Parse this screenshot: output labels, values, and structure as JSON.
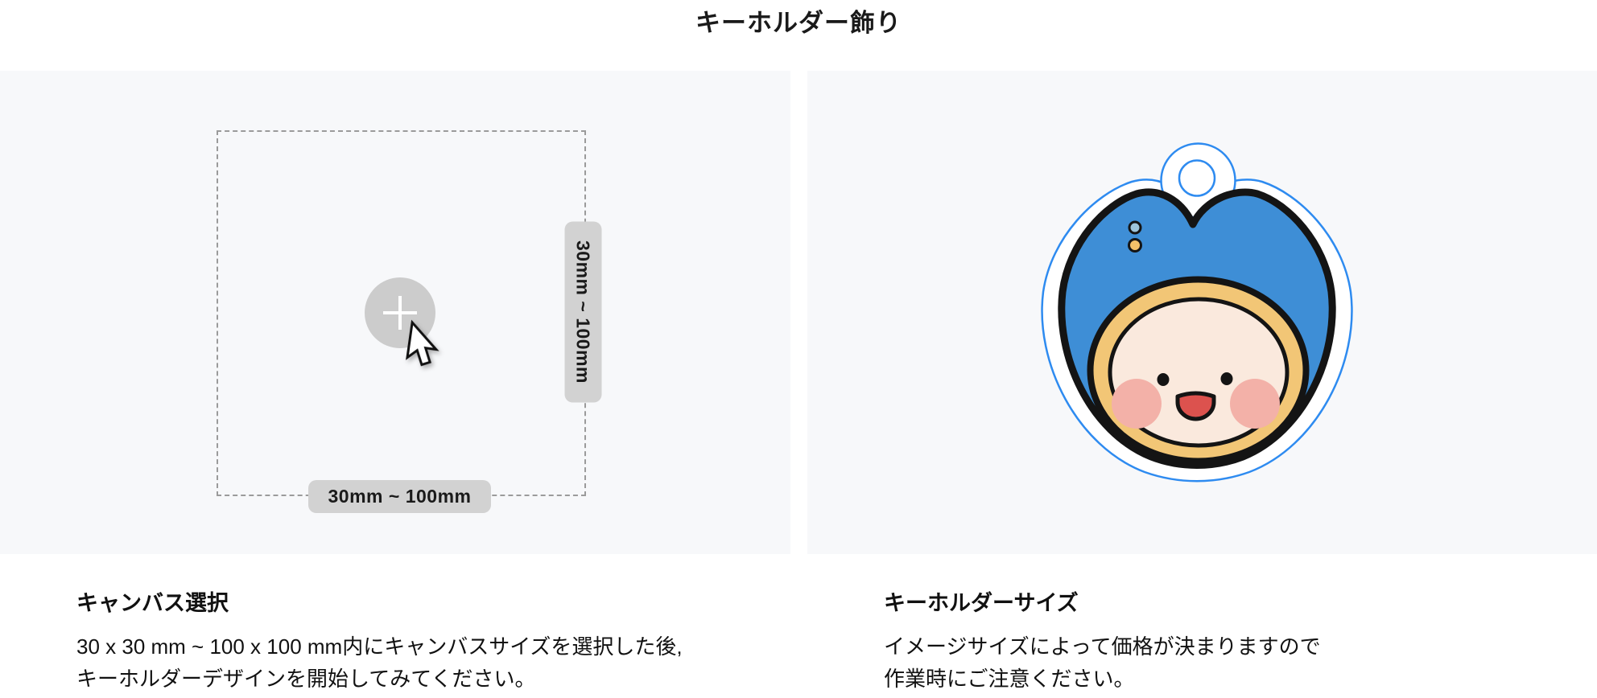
{
  "title": "キーホルダー飾り",
  "canvas_panel": {
    "width_range_label": "30mm ~ 100mm",
    "height_range_label": "30mm ~ 100mm",
    "plus_icon": "plus-icon",
    "cursor_icon": "cursor-arrow-icon"
  },
  "preview_panel": {
    "illustration": "keychain-charm-illustration"
  },
  "sections": {
    "canvas_select": {
      "heading": "キャンバス選択",
      "body_lines": [
        "30 x 30 mm ~ 100 x 100 mm内にキャンバスサイズを選択した後,",
        "キーホルダーデザインを開始してみてください。"
      ]
    },
    "keyholder_size": {
      "heading": "キーホルダーサイズ",
      "body_lines": [
        "イメージサイズによって価格が決まりますので",
        "作業時にご注意ください。"
      ]
    }
  },
  "colors": {
    "page_bg": "#ffffff",
    "panel_bg": "#f7f8fa",
    "title_text": "#1a1a1a",
    "body_text": "#111111",
    "dash_gray": "#9b9b9b",
    "label_bg": "#d2d2d2",
    "label_text": "#1a1a1a",
    "plus_circle": "#cccccc",
    "plus_sign": "#ffffff",
    "cutline_blue": "#2e8bf0",
    "hood_blue": "#3e8ed6",
    "outline_black": "#141414",
    "ring_tan": "#f2c676",
    "face_skin": "#fae9dd",
    "blush_pink": "#f3b1a8",
    "mouth_red": "#dc524e",
    "dot_blue": "#9dc4db",
    "dot_yellow": "#f3c169",
    "cursor_fill": "#ffffff",
    "cursor_stroke": "#111111"
  }
}
